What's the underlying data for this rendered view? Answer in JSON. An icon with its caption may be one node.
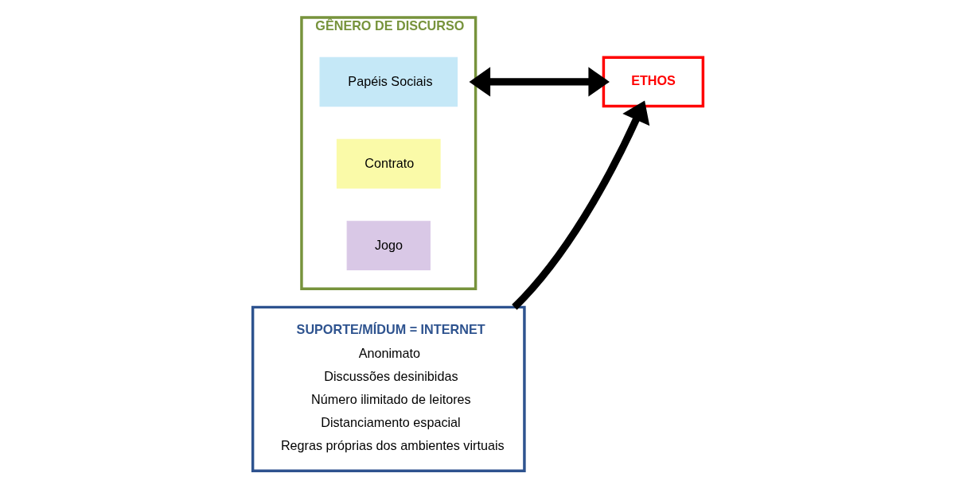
{
  "diagram": {
    "nodes": [
      {
        "text": [
          "GÊNERO DE DISCURSO"
        ]
      },
      {
        "text": [
          "Papéis Sociais"
        ],
        "in": 0
      },
      {
        "text": [
          "Contrato"
        ],
        "in": 0
      },
      {
        "text": [
          "Jogo"
        ],
        "in": 0
      },
      {
        "text": [
          "ETHOS"
        ]
      },
      {
        "text": [
          "SUPORTE/MÍDUM = INTERNET",
          "Anonimato",
          "Discussões desinibidas",
          "Número ilimitado de leitores",
          "Distanciamento espacial",
          "Regras próprias dos ambientes virtuais"
        ]
      }
    ],
    "edges": [
      {
        "from": 0,
        "to": 4,
        "arrow": "both"
      },
      {
        "from": 5,
        "to": 4,
        "arrow": "to"
      }
    ]
  }
}
